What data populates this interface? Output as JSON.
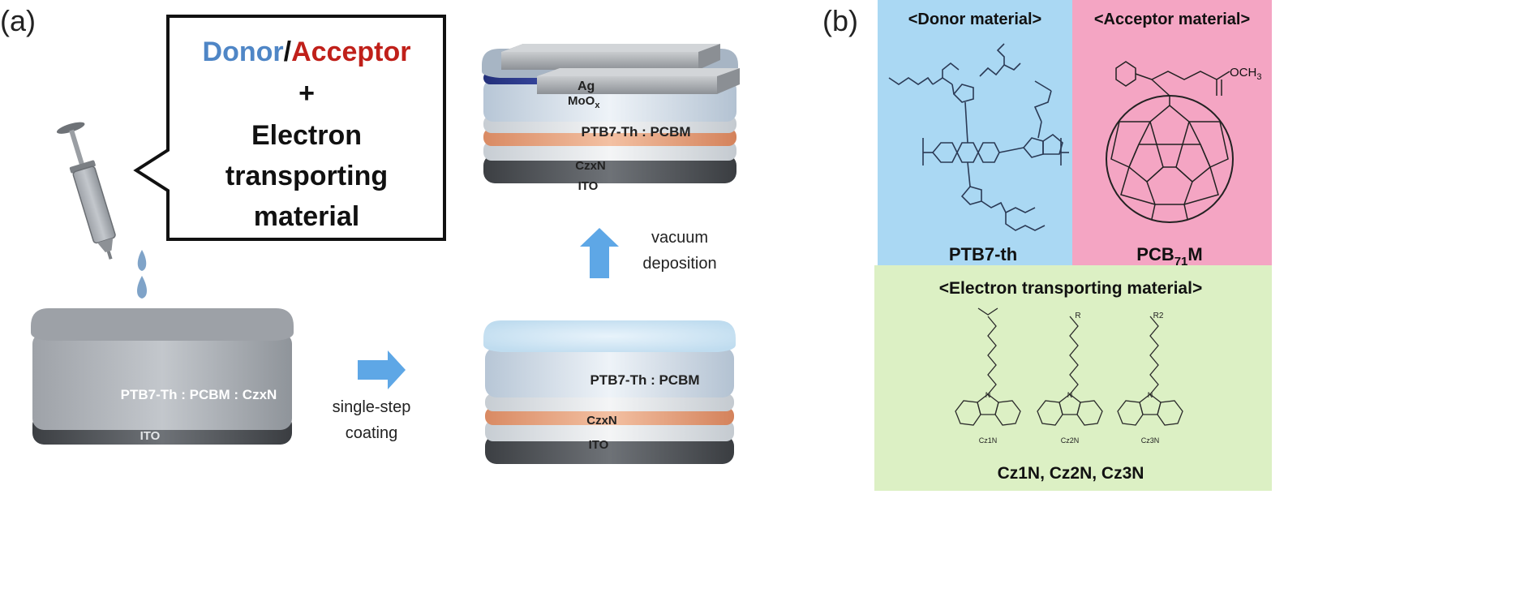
{
  "panel_a": {
    "label": "(a)",
    "callout": {
      "donor": "Donor",
      "slash": "/",
      "acceptor": "Acceptor",
      "plus": "+",
      "line1": "Electron",
      "line2": "transporting",
      "line3": "material"
    },
    "stack_mixed": {
      "layer_label": "PTB7-Th : PCBM : CzxN",
      "substrate_label": "ITO"
    },
    "step1_label": [
      "single-step",
      "coating"
    ],
    "stack_coated": {
      "active_label": "PTB7-Th : PCBM",
      "etl_label": "CzxN",
      "substrate_label": "ITO"
    },
    "step2_label": [
      "vacuum",
      "deposition"
    ],
    "stack_device": {
      "top_label": "Ag",
      "moo_base": "MoO",
      "moo_sub": "x",
      "active_label": "PTB7-Th : PCBM",
      "etl_label": "CzxN",
      "substrate_label": "ITO"
    }
  },
  "panel_b": {
    "label": "(b)",
    "donor": {
      "title": "<Donor material>",
      "name": "PTB7-th"
    },
    "acceptor": {
      "title": "<Acceptor material>",
      "name_base": "PCB",
      "name_sub": "71",
      "name_end": "M",
      "ester_label": "OCH",
      "ester_sub": "3"
    },
    "etm": {
      "title": "<Electron transporting material>",
      "molecules": [
        {
          "label": "Cz1N",
          "substituent": ""
        },
        {
          "label": "Cz2N",
          "substituent": "R"
        },
        {
          "label": "Cz3N",
          "substituent": "R2"
        }
      ],
      "names": "Cz1N, Cz2N, Cz3N"
    }
  },
  "colors": {
    "donor": "#4f86c6",
    "acceptor": "#c0201a",
    "arrow": "#5ea7e6",
    "donor_bg": "#aad8f3",
    "acceptor_bg": "#f4a5c3",
    "etm_bg": "#dcf0c4",
    "etl_layer": "#e7a27d",
    "moo_layer": "#2e3a8c"
  }
}
